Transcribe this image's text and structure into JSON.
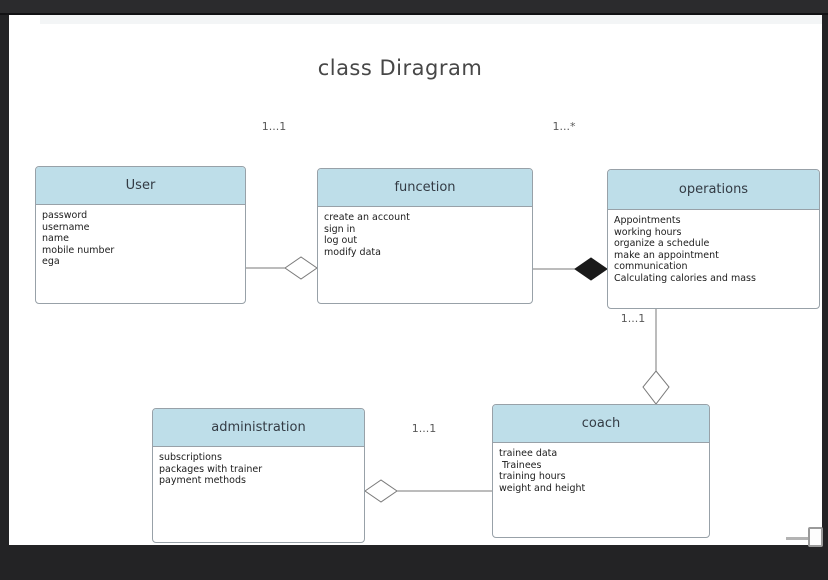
{
  "diagram": {
    "title": "class Diragram",
    "classes": {
      "user": {
        "name": "User",
        "attributes": [
          "password",
          "username",
          "name",
          "mobile number",
          "ega"
        ]
      },
      "function": {
        "name": "funcetion",
        "attributes": [
          "create an account",
          "sign in",
          "log out",
          "modify data"
        ]
      },
      "operations": {
        "name": "operations",
        "attributes": [
          "Appointments",
          "working hours",
          "organize a schedule",
          "make an appointment",
          "communication",
          "Calculating calories and mass"
        ]
      },
      "administration": {
        "name": "administration",
        "attributes": [
          "subscriptions",
          "packages with trainer",
          "payment methods"
        ]
      },
      "coach": {
        "name": "coach",
        "attributes": [
          "trainee data",
          " Trainees",
          "training hours",
          "weight and height"
        ]
      }
    },
    "relationships": [
      {
        "from": "User",
        "to": "funcetion",
        "label": "1...1",
        "type": "aggregation"
      },
      {
        "from": "funcetion",
        "to": "operations",
        "label": "1...*",
        "type": "composition"
      },
      {
        "from": "operations",
        "to": "coach",
        "label": "1...1",
        "type": "aggregation"
      },
      {
        "from": "administration",
        "to": "coach",
        "label": "1...1",
        "type": "aggregation"
      }
    ],
    "colors": {
      "class_header": "#bedee9",
      "box_border": "#98a1a8",
      "connector_line": "#7a7a7a",
      "composition_diamond": "#1a1a1a",
      "frame": "#232325"
    }
  }
}
